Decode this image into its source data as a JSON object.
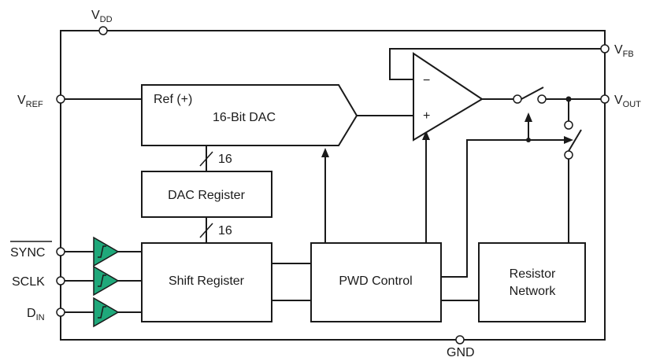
{
  "pins": {
    "vdd": {
      "main": "V",
      "sub": "DD"
    },
    "vref": {
      "main": "V",
      "sub": "REF"
    },
    "vfb": {
      "main": "V",
      "sub": "FB"
    },
    "vout": {
      "main": "V",
      "sub": "OUT"
    },
    "sync": "SYNC",
    "sclk": "SCLK",
    "din": {
      "main": "D",
      "sub": "IN"
    },
    "gnd": "GND"
  },
  "blocks": {
    "dac": {
      "ref_label": "Ref (+)",
      "name": "16-Bit DAC"
    },
    "dac_register": "DAC Register",
    "shift_register": "Shift Register",
    "pwd_control": "PWD Control",
    "resistor_network": [
      "Resistor",
      "Network"
    ]
  },
  "opamp": {
    "minus": "−",
    "plus": "+"
  },
  "bus_widths": {
    "dac_bus": "16",
    "reg_bus": "16"
  },
  "colors": {
    "line": "#1a1a1a",
    "buffer_fill": "#1fa87a",
    "background": "#ffffff"
  }
}
